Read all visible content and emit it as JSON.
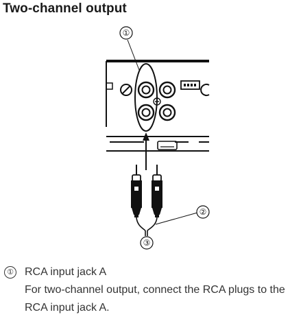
{
  "title": "Two-channel output",
  "callouts": [
    "①",
    "②",
    "③"
  ],
  "legend": {
    "number": "①",
    "name": "RCA input jack A",
    "description": "For two-channel output, connect the RCA plugs to the RCA input jack A."
  }
}
